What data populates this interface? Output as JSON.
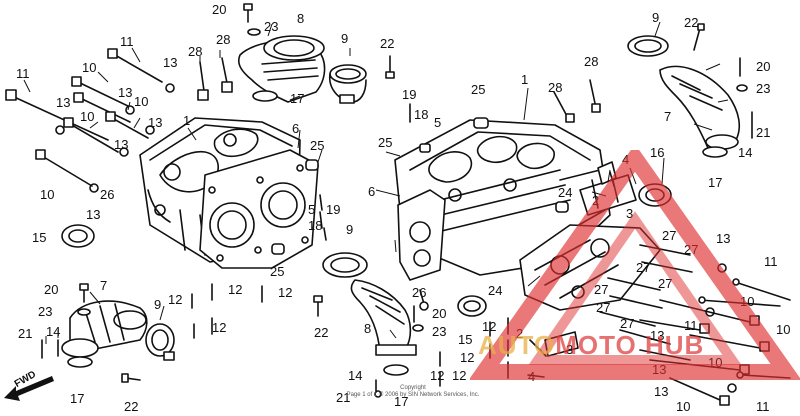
{
  "diagram": {
    "callouts": [
      {
        "id": "c20a",
        "text": "20"
      },
      {
        "id": "c23a",
        "text": "23"
      },
      {
        "id": "c8a",
        "text": "8"
      },
      {
        "id": "c11a",
        "text": "11"
      },
      {
        "id": "c13a",
        "text": "13"
      },
      {
        "id": "c28a",
        "text": "28"
      },
      {
        "id": "c28b",
        "text": "28"
      },
      {
        "id": "c9a",
        "text": "9"
      },
      {
        "id": "c17a",
        "text": "17"
      },
      {
        "id": "c11b",
        "text": "11"
      },
      {
        "id": "c10a",
        "text": "10"
      },
      {
        "id": "c13b",
        "text": "13"
      },
      {
        "id": "c10b",
        "text": "10"
      },
      {
        "id": "c13c",
        "text": "13"
      },
      {
        "id": "c13d",
        "text": "13"
      },
      {
        "id": "c10c",
        "text": "10"
      },
      {
        "id": "c1a",
        "text": "1"
      },
      {
        "id": "c6a",
        "text": "6"
      },
      {
        "id": "c13e",
        "text": "13"
      },
      {
        "id": "c25a",
        "text": "25"
      },
      {
        "id": "c10d",
        "text": "10"
      },
      {
        "id": "c26a",
        "text": "26"
      },
      {
        "id": "c13f",
        "text": "13"
      },
      {
        "id": "c15a",
        "text": "15"
      },
      {
        "id": "c25b",
        "text": "25"
      },
      {
        "id": "c20b",
        "text": "20"
      },
      {
        "id": "c7a",
        "text": "7"
      },
      {
        "id": "c23b",
        "text": "23"
      },
      {
        "id": "c9b",
        "text": "9"
      },
      {
        "id": "c12a",
        "text": "12"
      },
      {
        "id": "c12b",
        "text": "12"
      },
      {
        "id": "c12c",
        "text": "12"
      },
      {
        "id": "c12d",
        "text": "12"
      },
      {
        "id": "c21a",
        "text": "21"
      },
      {
        "id": "c14a",
        "text": "14"
      },
      {
        "id": "c17b",
        "text": "17"
      },
      {
        "id": "c22a",
        "text": "22"
      },
      {
        "id": "c22b",
        "text": "22"
      },
      {
        "id": "c19a",
        "text": "19"
      },
      {
        "id": "c25c",
        "text": "25"
      },
      {
        "id": "c18a",
        "text": "18"
      },
      {
        "id": "c5a",
        "text": "5"
      },
      {
        "id": "c25d",
        "text": "25"
      },
      {
        "id": "c1b",
        "text": "1"
      },
      {
        "id": "c28c",
        "text": "28"
      },
      {
        "id": "c28d",
        "text": "28"
      },
      {
        "id": "c6b",
        "text": "6"
      },
      {
        "id": "c5b",
        "text": "5"
      },
      {
        "id": "c19b",
        "text": "19"
      },
      {
        "id": "c18b",
        "text": "18"
      },
      {
        "id": "c9c",
        "text": "9"
      },
      {
        "id": "c26b",
        "text": "26"
      },
      {
        "id": "c20c",
        "text": "20"
      },
      {
        "id": "c22c",
        "text": "22"
      },
      {
        "id": "c23c",
        "text": "23"
      },
      {
        "id": "c8b",
        "text": "8"
      },
      {
        "id": "c15b",
        "text": "15"
      },
      {
        "id": "c12e",
        "text": "12"
      },
      {
        "id": "c12f",
        "text": "12"
      },
      {
        "id": "c12g",
        "text": "12"
      },
      {
        "id": "c12h",
        "text": "12"
      },
      {
        "id": "c14b",
        "text": "14"
      },
      {
        "id": "c21b",
        "text": "21"
      },
      {
        "id": "c17c",
        "text": "17"
      },
      {
        "id": "c24a",
        "text": "24"
      },
      {
        "id": "c24b",
        "text": "24"
      },
      {
        "id": "c4a",
        "text": "4"
      },
      {
        "id": "c2a",
        "text": "2"
      },
      {
        "id": "c3a",
        "text": "3"
      },
      {
        "id": "c2b",
        "text": "2"
      },
      {
        "id": "c3b",
        "text": "3"
      },
      {
        "id": "c4b",
        "text": "4"
      },
      {
        "id": "c16a",
        "text": "16"
      },
      {
        "id": "c27a",
        "text": "27"
      },
      {
        "id": "c27b",
        "text": "27"
      },
      {
        "id": "c27c",
        "text": "27"
      },
      {
        "id": "c27d",
        "text": "27"
      },
      {
        "id": "c27e",
        "text": "27"
      },
      {
        "id": "c27f",
        "text": "27"
      },
      {
        "id": "c27g",
        "text": "27"
      },
      {
        "id": "c13g",
        "text": "13"
      },
      {
        "id": "c11c",
        "text": "11"
      },
      {
        "id": "c10e",
        "text": "10"
      },
      {
        "id": "c10f",
        "text": "10"
      },
      {
        "id": "c11d",
        "text": "11"
      },
      {
        "id": "c13h",
        "text": "13"
      },
      {
        "id": "c10g",
        "text": "10"
      },
      {
        "id": "c13i",
        "text": "13"
      },
      {
        "id": "c13j",
        "text": "13"
      },
      {
        "id": "c10h",
        "text": "10"
      },
      {
        "id": "c11e",
        "text": "11"
      },
      {
        "id": "c9d",
        "text": "9"
      },
      {
        "id": "c22d",
        "text": "22"
      },
      {
        "id": "c20d",
        "text": "20"
      },
      {
        "id": "c23d",
        "text": "23"
      },
      {
        "id": "c7b",
        "text": "7"
      },
      {
        "id": "c21c",
        "text": "21"
      },
      {
        "id": "c14c",
        "text": "14"
      },
      {
        "id": "c17d",
        "text": "17"
      }
    ],
    "copyright_lines": [
      "Copyright",
      "Page 1 of 1 © 2006 by SIN Network Services, Inc."
    ],
    "fwd_label": "FWD",
    "watermark": {
      "part1": "AUTO",
      "part2": "MOTO HUB"
    },
    "watermark_colors": {
      "triangle": "#e03030",
      "auto": "#e8b046",
      "moto": "#dc3434"
    }
  }
}
